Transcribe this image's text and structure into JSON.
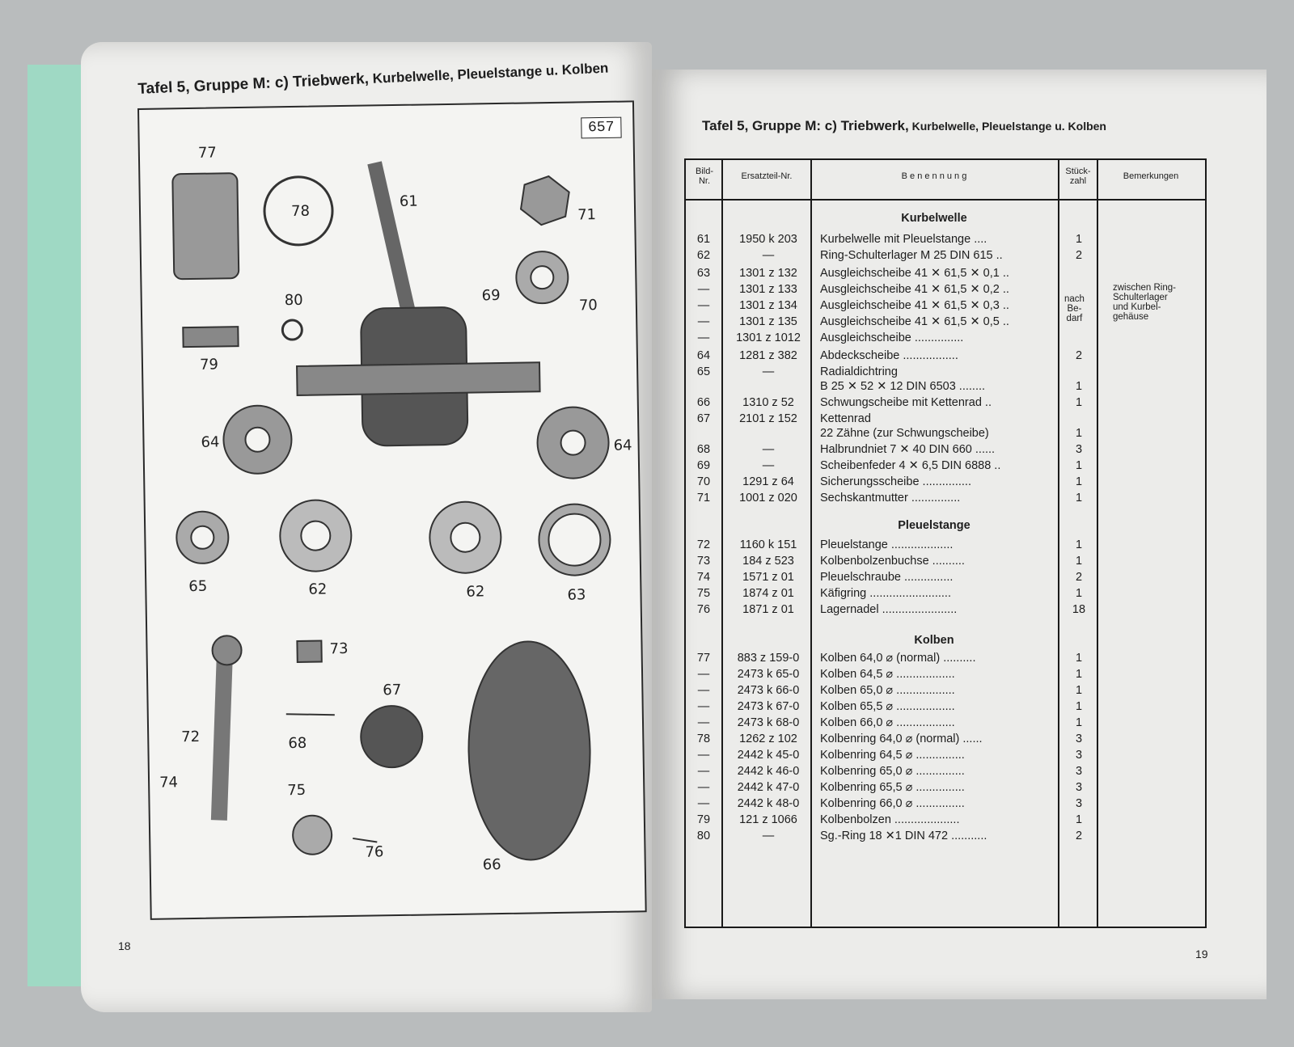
{
  "left_page": {
    "title_part1": "Tafel 5, Gruppe M: c) Triebwerk,",
    "title_part2": "Kurbelwelle, Pleuelstange u. Kolben",
    "plate_number": "657",
    "page_number": "18",
    "part_labels": [
      "77",
      "78",
      "61",
      "71",
      "80",
      "69",
      "70",
      "79",
      "64",
      "64",
      "65",
      "62",
      "62",
      "63",
      "73",
      "67",
      "72",
      "68",
      "74",
      "75",
      "76",
      "66"
    ]
  },
  "right_page": {
    "title_part1": "Tafel 5, Gruppe M: c) Triebwerk,",
    "title_part2": "Kurbelwelle, Pleuelstange u. Kolben",
    "page_number": "19",
    "headers": {
      "bild": "Bild-\nNr.",
      "ersatzteil": "Ersatzteil-Nr.",
      "benennung": "B e n e n n u n g",
      "stueck": "Stück-\nzahl",
      "bemerkungen": "Bemerkungen"
    },
    "sections": {
      "kurbelwelle": "Kurbelwelle",
      "pleuelstange": "Pleuelstange",
      "kolben": "Kolben"
    },
    "rows": [
      {
        "nr": "61",
        "teil": "1950 k 203",
        "name": "Kurbelwelle mit Pleuelstange ....",
        "qty": "1"
      },
      {
        "nr": "62",
        "teil": "—",
        "name": "Ring-Schulterlager M 25 DIN 615 ..",
        "qty": "2"
      },
      {
        "nr": "63",
        "teil": "1301 z 132",
        "name": "Ausgleichscheibe 41 ✕ 61,5 ✕ 0,1 ..",
        "qty": ""
      },
      {
        "nr": "—",
        "teil": "1301 z 133",
        "name": "Ausgleichscheibe 41 ✕ 61,5 ✕ 0,2 ..",
        "qty": ""
      },
      {
        "nr": "—",
        "teil": "1301 z 134",
        "name": "Ausgleichscheibe 41 ✕ 61,5 ✕ 0,3 ..",
        "qty": ""
      },
      {
        "nr": "—",
        "teil": "1301 z 135",
        "name": "Ausgleichscheibe 41 ✕ 61,5 ✕ 0,5 ..",
        "qty": ""
      },
      {
        "nr": "—",
        "teil": "1301 z 1012",
        "name": "Ausgleichscheibe ...............",
        "qty": ""
      },
      {
        "nr": "64",
        "teil": "1281 z 382",
        "name": "Abdeckscheibe .................",
        "qty": "2"
      },
      {
        "nr": "65",
        "teil": "—",
        "name": "Radialdichtring",
        "qty": ""
      },
      {
        "nr": "",
        "teil": "",
        "name": "   B 25 ✕ 52 ✕ 12 DIN 6503 ........",
        "qty": "1"
      },
      {
        "nr": "66",
        "teil": "1310 z 52",
        "name": "Schwungscheibe mit Kettenrad ..",
        "qty": "1"
      },
      {
        "nr": "67",
        "teil": "2101 z 152",
        "name": "Kettenrad",
        "qty": ""
      },
      {
        "nr": "",
        "teil": "",
        "name": "   22 Zähne (zur Schwungscheibe)",
        "qty": "1"
      },
      {
        "nr": "68",
        "teil": "—",
        "name": "Halbrundniet 7 ✕ 40 DIN 660 ......",
        "qty": "3"
      },
      {
        "nr": "69",
        "teil": "—",
        "name": "Scheibenfeder 4 ✕ 6,5 DIN 6888 ..",
        "qty": "1"
      },
      {
        "nr": "70",
        "teil": "1291 z 64",
        "name": "Sicherungsscheibe ...............",
        "qty": "1"
      },
      {
        "nr": "71",
        "teil": "1001 z 020",
        "name": "Sechskantmutter ...............",
        "qty": "1"
      },
      {
        "nr": "72",
        "teil": "1160 k 151",
        "name": "Pleuelstange ...................",
        "qty": "1"
      },
      {
        "nr": "73",
        "teil": "184 z 523",
        "name": "Kolbenbolzenbuchse ..........",
        "qty": "1"
      },
      {
        "nr": "74",
        "teil": "1571 z 01",
        "name": "Pleuelschraube ...............",
        "qty": "2"
      },
      {
        "nr": "75",
        "teil": "1874 z 01",
        "name": "Käfigring .........................",
        "qty": "1"
      },
      {
        "nr": "76",
        "teil": "1871 z 01",
        "name": "Lagernadel .......................",
        "qty": "18"
      },
      {
        "nr": "77",
        "teil": "883 z 159-0",
        "name": "Kolben 64,0 ⌀ (normal) ..........",
        "qty": "1"
      },
      {
        "nr": "—",
        "teil": "2473 k 65-0",
        "name": "Kolben 64,5 ⌀ ..................",
        "qty": "1"
      },
      {
        "nr": "—",
        "teil": "2473 k 66-0",
        "name": "Kolben 65,0 ⌀ ..................",
        "qty": "1"
      },
      {
        "nr": "—",
        "teil": "2473 k 67-0",
        "name": "Kolben 65,5 ⌀ ..................",
        "qty": "1"
      },
      {
        "nr": "—",
        "teil": "2473 k 68-0",
        "name": "Kolben 66,0 ⌀ ..................",
        "qty": "1"
      },
      {
        "nr": "78",
        "teil": "1262 z 102",
        "name": "Kolbenring 64,0 ⌀ (normal) ......",
        "qty": "3"
      },
      {
        "nr": "—",
        "teil": "2442 k 45-0",
        "name": "Kolbenring 64,5 ⌀ ...............",
        "qty": "3"
      },
      {
        "nr": "—",
        "teil": "2442 k 46-0",
        "name": "Kolbenring 65,0 ⌀ ...............",
        "qty": "3"
      },
      {
        "nr": "—",
        "teil": "2442 k 47-0",
        "name": "Kolbenring 65,5 ⌀ ...............",
        "qty": "3"
      },
      {
        "nr": "—",
        "teil": "2442 k 48-0",
        "name": "Kolbenring 66,0 ⌀ ...............",
        "qty": "3"
      },
      {
        "nr": "79",
        "teil": "121 z 1066",
        "name": "Kolbenbolzen ....................",
        "qty": "1"
      },
      {
        "nr": "80",
        "teil": "—",
        "name": "Sg.-Ring 18 ✕1 DIN 472 ...........",
        "qty": "2"
      }
    ],
    "note_qty": "nach\nBe-\ndarf",
    "note_remark": "zwischen Ring-\nSchulterlager\nund Kurbel-\ngehäuse"
  }
}
